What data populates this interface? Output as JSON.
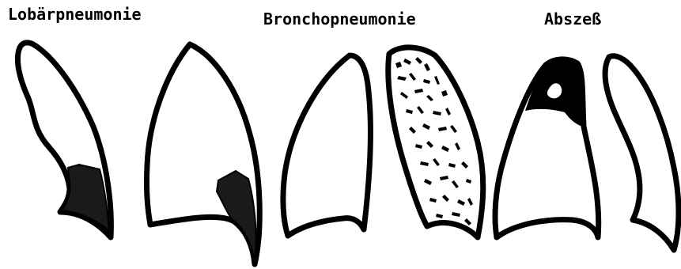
{
  "captions": {
    "lobar": "Lobärpneumonie",
    "broncho": "Bronchopneumonie",
    "abszess": "Abszeß"
  },
  "colors": {
    "outline": "#000000",
    "background": "#ffffff",
    "consolidation": "#1a1a1a"
  }
}
